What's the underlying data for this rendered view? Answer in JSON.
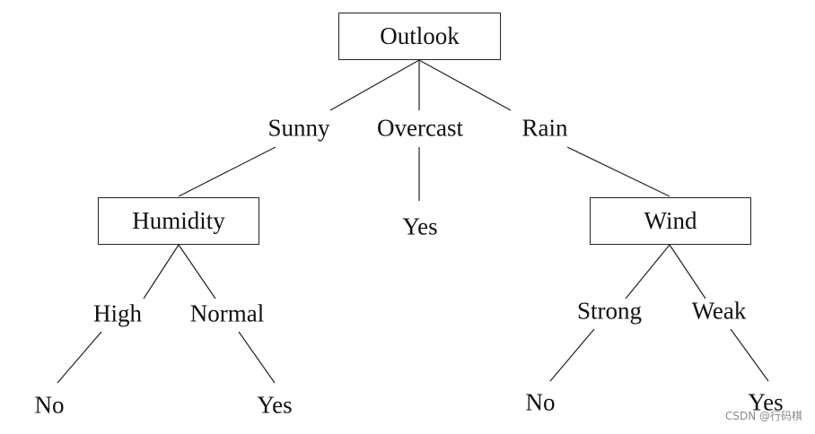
{
  "tree": {
    "root": "Outlook",
    "outlook_branches": [
      "Sunny",
      "Overcast",
      "Rain"
    ],
    "sunny_node": "Humidity",
    "overcast_leaf": "Yes",
    "rain_node": "Wind",
    "humidity_branches": [
      "High",
      "Normal"
    ],
    "humidity_leaves": [
      "No",
      "Yes"
    ],
    "wind_branches": [
      "Strong",
      "Weak"
    ],
    "wind_leaves": [
      "No",
      "Yes"
    ]
  },
  "watermark": "CSDN @行码棋"
}
